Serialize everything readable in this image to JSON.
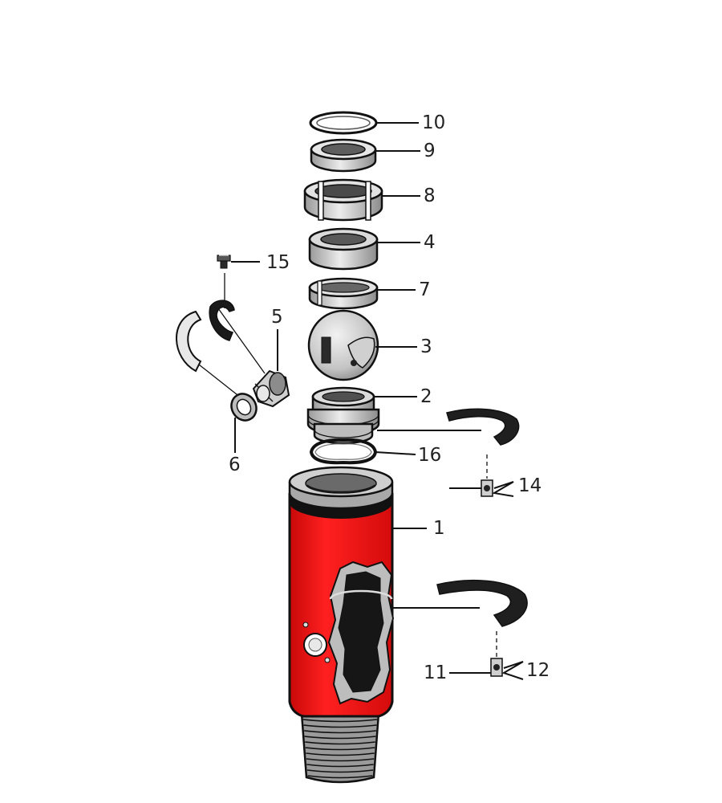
{
  "diagram": {
    "labels": {
      "p1": "1",
      "p2": "2",
      "p3": "3",
      "p4": "4",
      "p5": "5",
      "p6": "6",
      "p7": "7",
      "p8": "8",
      "p9": "9",
      "p10": "10",
      "p11": "11",
      "p12": "12",
      "p14": "14",
      "p15": "15",
      "p16": "16"
    },
    "colors": {
      "body": "#ee1111",
      "body_dark": "#8a0000",
      "metal": "#d8d8d8",
      "metal_dark": "#8c8c8c",
      "outline": "#111111"
    }
  }
}
